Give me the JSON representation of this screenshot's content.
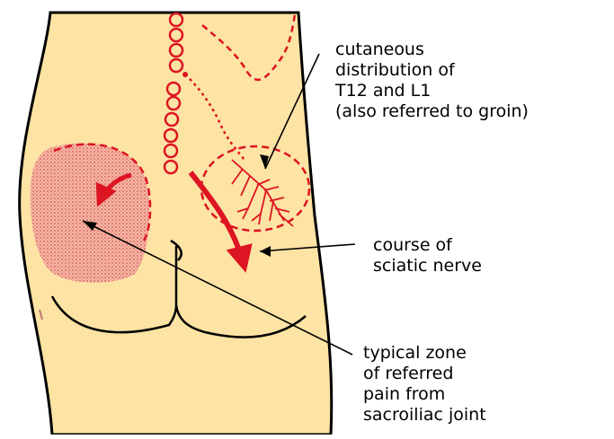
{
  "colors": {
    "skin": "#fde3a4",
    "outline": "#000000",
    "red": "#dd1422",
    "stipple": "#e97a7a"
  },
  "labels": {
    "cutaneous": [
      "cutaneous",
      "distribution of",
      "T12 and L1",
      "(also referred to groin)"
    ],
    "sciatic": [
      "course of",
      "sciatic nerve"
    ],
    "sacroiliac": [
      "typical zone",
      "of referred",
      "pain from",
      "sacroiliac joint"
    ]
  }
}
